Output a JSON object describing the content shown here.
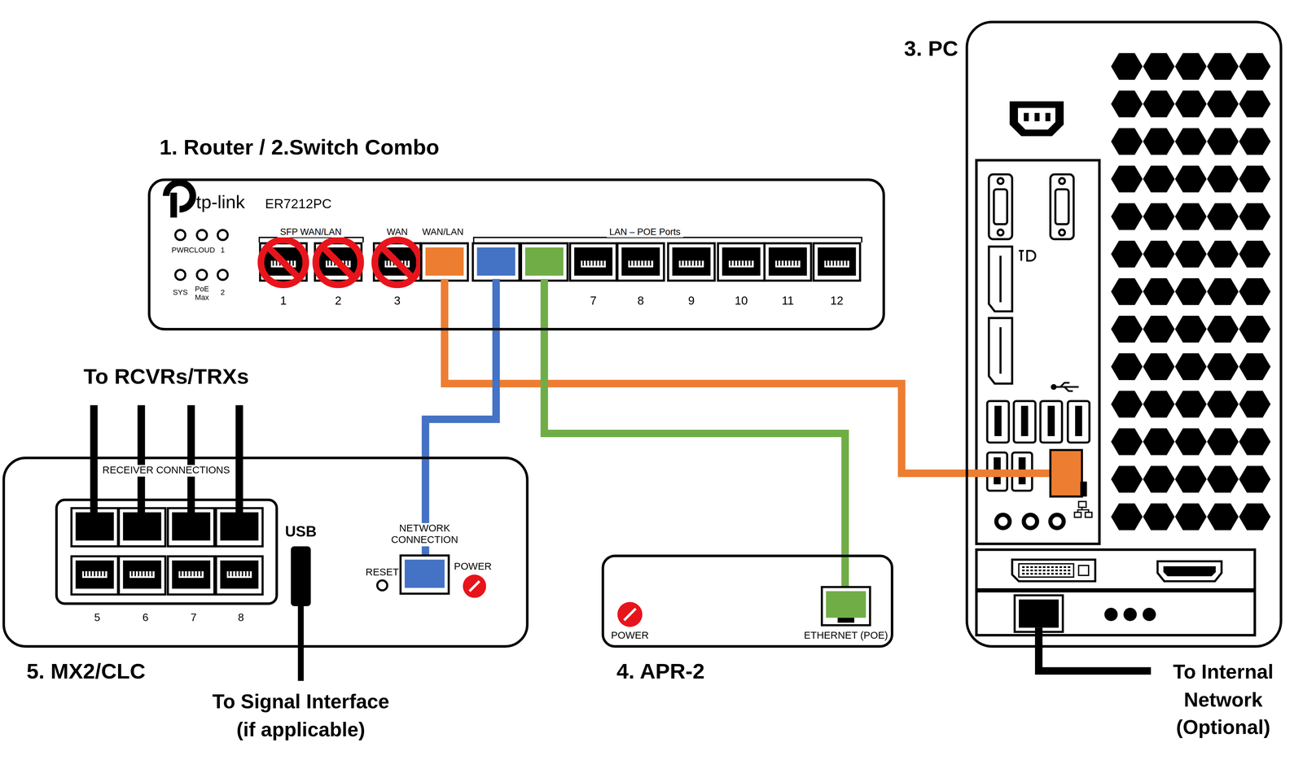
{
  "diagram": {
    "nodes": [
      {
        "text": [
          "1. Router / 2.Switch Combo",
          "tp-link",
          "ER7212PC"
        ]
      },
      {
        "text": [
          "3. PC"
        ]
      },
      {
        "text": [
          "4. APR-2",
          "POWER",
          "ETHERNET (POE)"
        ]
      },
      {
        "text": [
          "5. MX2/CLC",
          "RECEIVER CONNECTIONS",
          "NETWORK CONNECTION",
          "RESET",
          "POWER"
        ]
      }
    ],
    "edges": [
      {
        "from": 0,
        "to": 1,
        "arrow": "none"
      },
      {
        "from": 0,
        "to": 3,
        "arrow": "none"
      },
      {
        "from": 0,
        "to": 2,
        "arrow": "none"
      }
    ],
    "labels": [
      "To RCVRs/TRXs",
      "USB",
      "To Signal Interface (if applicable)",
      "To Internal Network (Optional)",
      "PWR",
      "CLOUD",
      "1",
      "SYS",
      "PoE Max",
      "2",
      "SFP WAN/LAN",
      "WAN",
      "WAN/LAN",
      "LAN – POE Ports",
      "1",
      "2",
      "3",
      "7",
      "8",
      "9",
      "10",
      "11",
      "12",
      "5",
      "6",
      "7",
      "8"
    ]
  }
}
